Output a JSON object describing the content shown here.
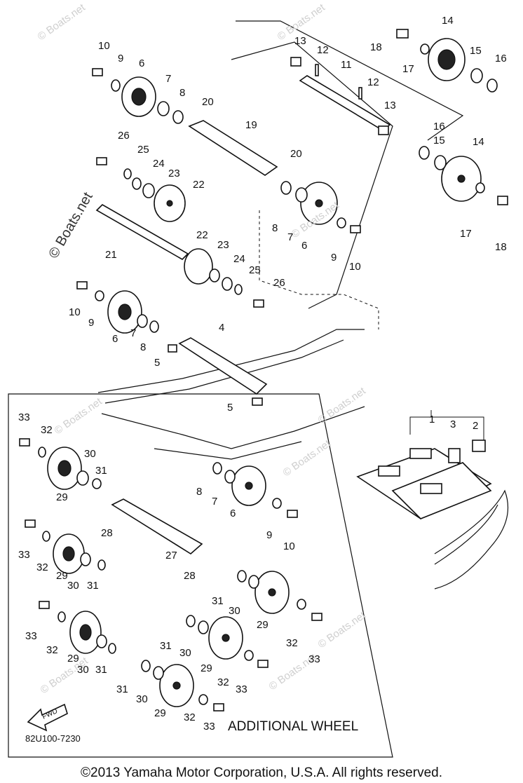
{
  "watermarks": [
    "© Boats.net",
    "© Boats.net",
    "© Boats.net",
    "© Boats.net",
    "© Boats.net",
    "© Boats.net",
    "© Boats.net",
    "© Boats.net",
    "© Boats.net"
  ],
  "side_watermark": "© Boats.net",
  "fwd_label": "FWD",
  "additional_wheel_label": "ADDITIONAL WHEEL",
  "diagram_code": "82U100-7230",
  "copyright": "©2013 Yamaha Motor Corporation, U.S.A. All rights reserved.",
  "labels": [
    "10",
    "9",
    "6",
    "7",
    "8",
    "20",
    "19",
    "26",
    "25",
    "24",
    "23",
    "22",
    "21",
    "22",
    "23",
    "24",
    "25",
    "26",
    "10",
    "9",
    "6",
    "7",
    "8",
    "5",
    "5",
    "4",
    "13",
    "12",
    "11",
    "12",
    "13",
    "18",
    "14",
    "17",
    "15",
    "16",
    "16",
    "15",
    "14",
    "17",
    "18",
    "20",
    "8",
    "7",
    "6",
    "9",
    "10",
    "1",
    "3",
    "2",
    "33",
    "32",
    "30",
    "31",
    "29",
    "28",
    "27",
    "28",
    "33",
    "32",
    "29",
    "30",
    "31",
    "8",
    "7",
    "6",
    "9",
    "10",
    "31",
    "30",
    "29",
    "33",
    "32",
    "29",
    "30",
    "31",
    "31",
    "30",
    "29",
    "32",
    "33",
    "31",
    "30",
    "29",
    "32",
    "33",
    "32",
    "33"
  ]
}
